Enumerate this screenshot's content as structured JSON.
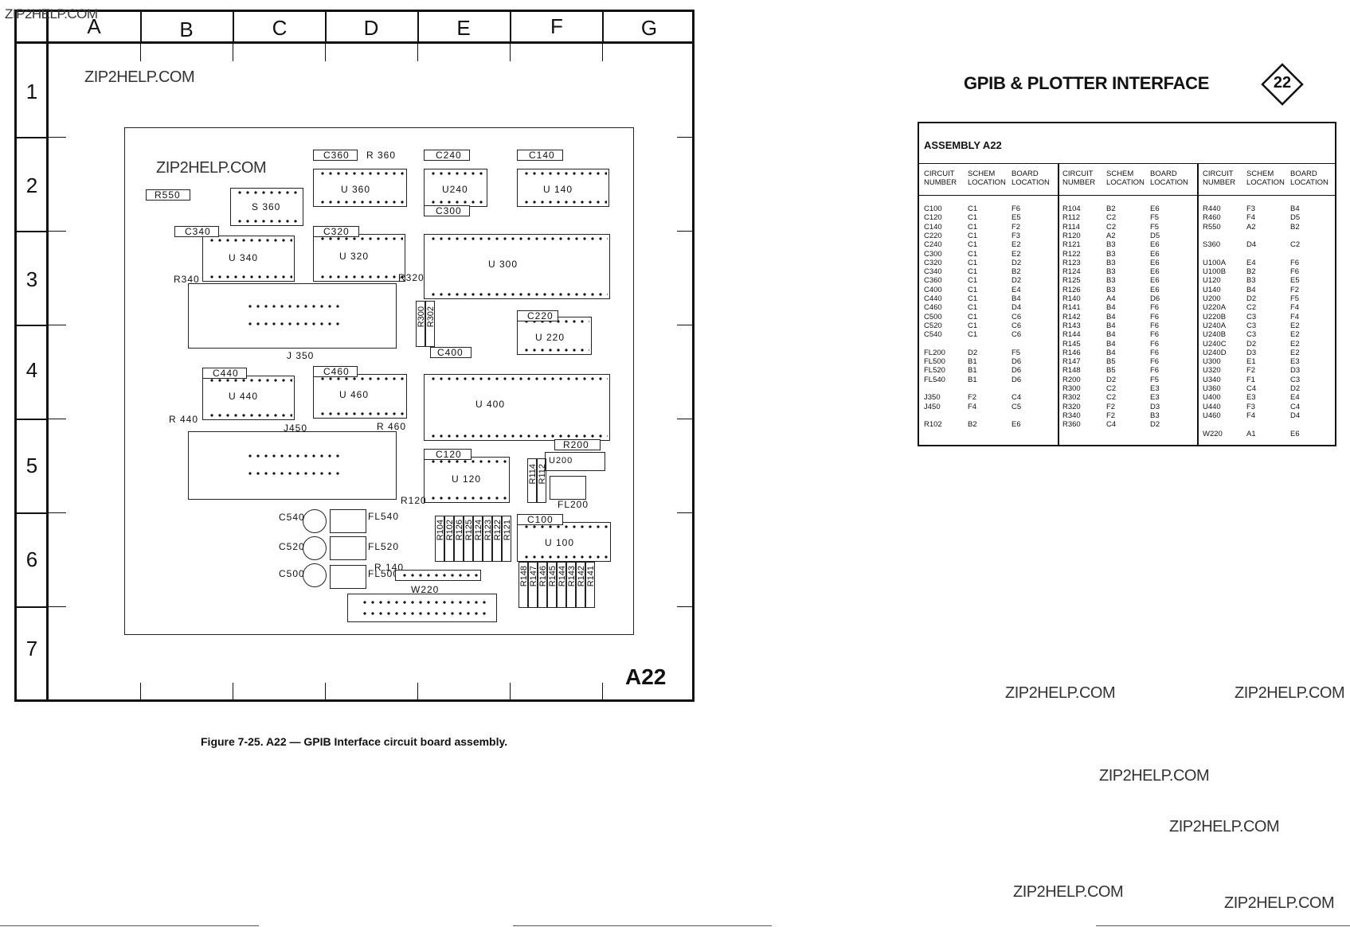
{
  "watermark": "ZIP2HELP.COM",
  "grid": {
    "columns": [
      "A",
      "B",
      "C",
      "D",
      "E",
      "F",
      "G"
    ],
    "rows": [
      "1",
      "2",
      "3",
      "4",
      "5",
      "6",
      "7"
    ],
    "board_id": "A22"
  },
  "board": {
    "components": [
      {
        "id": "u360",
        "label": "U 360"
      },
      {
        "id": "u240",
        "label": "U240"
      },
      {
        "id": "u140",
        "label": "U 140"
      },
      {
        "id": "s360",
        "label": "S 360"
      },
      {
        "id": "u340",
        "label": "U 340"
      },
      {
        "id": "u320",
        "label": "U 320"
      },
      {
        "id": "u300",
        "label": "U 300"
      },
      {
        "id": "u220",
        "label": "U 220"
      },
      {
        "id": "u440",
        "label": "U 440"
      },
      {
        "id": "u460",
        "label": "U 460"
      },
      {
        "id": "u400",
        "label": "U 400"
      },
      {
        "id": "u120",
        "label": "U 120"
      },
      {
        "id": "u100",
        "label": "U 100"
      },
      {
        "id": "u200",
        "label": "U200"
      }
    ],
    "small_labels": {
      "c360": "C360",
      "r360": "R 360",
      "c240": "C240",
      "c140": "C140",
      "r550": "R550",
      "c300": "C300",
      "c340": "C340",
      "c320": "C320",
      "r340": "R340",
      "r320": "R320",
      "j350": "J 350",
      "r300": "R300",
      "r302": "R302",
      "c400": "C400",
      "c220": "C220",
      "c440": "C440",
      "c460": "C460",
      "r440": "R 440",
      "j450": "J450",
      "r460": "R 460",
      "r200": "R200",
      "c120": "C120",
      "r120": "R120",
      "r114": "R114",
      "r112": "R112",
      "fl200": "FL200",
      "c540": "C540",
      "fl540": "FL540",
      "c520": "C520",
      "fl520": "FL520",
      "c500": "C500",
      "fl500": "FL500",
      "r140": "R 140",
      "w220": "W220",
      "c100": "C100"
    },
    "res_bank_top": [
      "R104",
      "R102",
      "R126",
      "R125",
      "R124",
      "R123",
      "R122",
      "R121"
    ],
    "res_bank_bottom": [
      "R148",
      "R147",
      "R146",
      "R145",
      "R144",
      "R143",
      "R142",
      "R141"
    ]
  },
  "figure_caption": "Figure 7-25. A22 — GPIB Interface circuit board assembly.",
  "header": {
    "title": "GPIB & PLOTTER INTERFACE",
    "badge": "22"
  },
  "table": {
    "title": "ASSEMBLY A22",
    "headers": [
      "CIRCUIT NUMBER",
      "SCHEM LOCATION",
      "BOARD LOCATION"
    ],
    "columns": [
      [
        [
          "C100",
          "C1",
          "F6"
        ],
        [
          "C120",
          "C1",
          "E5"
        ],
        [
          "C140",
          "C1",
          "F2"
        ],
        [
          "C220",
          "C1",
          "F3"
        ],
        [
          "C240",
          "C1",
          "E2"
        ],
        [
          "C300",
          "C1",
          "E2"
        ],
        [
          "C320",
          "C1",
          "D2"
        ],
        [
          "C340",
          "C1",
          "B2"
        ],
        [
          "C360",
          "C1",
          "D2"
        ],
        [
          "C400",
          "C1",
          "E4"
        ],
        [
          "C440",
          "C1",
          "B4"
        ],
        [
          "C460",
          "C1",
          "D4"
        ],
        [
          "C500",
          "C1",
          "C6"
        ],
        [
          "C520",
          "C1",
          "C6"
        ],
        [
          "C540",
          "C1",
          "C6"
        ],
        [
          "",
          "",
          ""
        ],
        [
          "FL200",
          "D2",
          "F5"
        ],
        [
          "FL500",
          "B1",
          "D6"
        ],
        [
          "FL520",
          "B1",
          "D6"
        ],
        [
          "FL540",
          "B1",
          "D6"
        ],
        [
          "",
          "",
          ""
        ],
        [
          "J350",
          "F2",
          "C4"
        ],
        [
          "J450",
          "F4",
          "C5"
        ],
        [
          "",
          "",
          ""
        ],
        [
          "R102",
          "B2",
          "E6"
        ]
      ],
      [
        [
          "R104",
          "B2",
          "E6"
        ],
        [
          "R112",
          "C2",
          "F5"
        ],
        [
          "R114",
          "C2",
          "F5"
        ],
        [
          "R120",
          "A2",
          "D5"
        ],
        [
          "R121",
          "B3",
          "E6"
        ],
        [
          "R122",
          "B3",
          "E6"
        ],
        [
          "R123",
          "B3",
          "E6"
        ],
        [
          "R124",
          "B3",
          "E6"
        ],
        [
          "R125",
          "B3",
          "E6"
        ],
        [
          "R126",
          "B3",
          "E6"
        ],
        [
          "R140",
          "A4",
          "D6"
        ],
        [
          "R141",
          "B4",
          "F6"
        ],
        [
          "R142",
          "B4",
          "F6"
        ],
        [
          "R143",
          "B4",
          "F6"
        ],
        [
          "R144",
          "B4",
          "F6"
        ],
        [
          "R145",
          "B4",
          "F6"
        ],
        [
          "R146",
          "B4",
          "F6"
        ],
        [
          "R147",
          "B5",
          "F6"
        ],
        [
          "R148",
          "B5",
          "F6"
        ],
        [
          "R200",
          "D2",
          "F5"
        ],
        [
          "R300",
          "C2",
          "E3"
        ],
        [
          "R302",
          "C2",
          "E3"
        ],
        [
          "R320",
          "F2",
          "D3"
        ],
        [
          "R340",
          "F2",
          "B3"
        ],
        [
          "R360",
          "C4",
          "D2"
        ]
      ],
      [
        [
          "R440",
          "F3",
          "B4"
        ],
        [
          "R460",
          "F4",
          "D5"
        ],
        [
          "R550",
          "A2",
          "B2"
        ],
        [
          "",
          "",
          ""
        ],
        [
          "S360",
          "D4",
          "C2"
        ],
        [
          "",
          "",
          ""
        ],
        [
          "U100A",
          "E4",
          "F6"
        ],
        [
          "U100B",
          "B2",
          "F6"
        ],
        [
          "U120",
          "B3",
          "E5"
        ],
        [
          "U140",
          "B4",
          "F2"
        ],
        [
          "U200",
          "D2",
          "F5"
        ],
        [
          "U220A",
          "C2",
          "F4"
        ],
        [
          "U220B",
          "C3",
          "F4"
        ],
        [
          "U240A",
          "C3",
          "E2"
        ],
        [
          "U240B",
          "C3",
          "E2"
        ],
        [
          "U240C",
          "D2",
          "E2"
        ],
        [
          "U240D",
          "D3",
          "E2"
        ],
        [
          "U300",
          "E1",
          "E3"
        ],
        [
          "U320",
          "F2",
          "D3"
        ],
        [
          "U340",
          "F1",
          "C3"
        ],
        [
          "U360",
          "C4",
          "D2"
        ],
        [
          "U400",
          "E3",
          "E4"
        ],
        [
          "U440",
          "F3",
          "C4"
        ],
        [
          "U460",
          "F4",
          "D4"
        ],
        [
          "",
          "",
          ""
        ],
        [
          "W220",
          "A1",
          "E6"
        ]
      ]
    ]
  }
}
